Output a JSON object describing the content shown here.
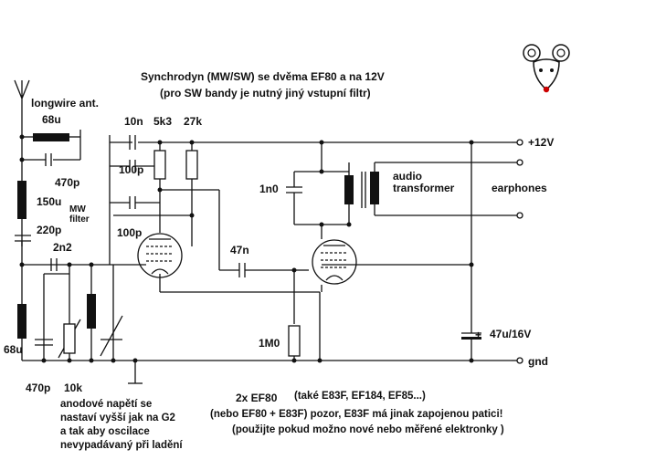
{
  "title": {
    "line1": "Synchrodyn (MW/SW) se dvěma EF80 a na 12V",
    "line2": "(pro SW bandy je nutný jiný vstupní filtr)"
  },
  "components": {
    "antenna": "longwire ant.",
    "l_68u_top": "68u",
    "c_470p_top": "470p",
    "l_150u": "150u",
    "mw_filter": "MW\nfilter",
    "c_220p": "220p",
    "c_2n2": "2n2",
    "c_10n": "10n",
    "r_5k3": "5k3",
    "r_27k": "27k",
    "c_100p_a": "100p",
    "c_100p_b": "100p",
    "c_47n": "47n",
    "c_1n0": "1n0",
    "audio_transformer": "audio\ntransformer",
    "earphones": "earphones",
    "supply": "+12V",
    "ground": "gnd",
    "electrolytic": "47u/16V",
    "electrolytic_plus": "+",
    "l_68u_bottom": "68u",
    "c_470p_bottom": "470p",
    "r_10k": "10k",
    "pot_1m0": "1M0"
  },
  "notes": {
    "anode_note": "anodové napětí se\nnastaví vyšší jak na G2\na tak aby oscilace\nnevypadávaný při ladění",
    "tubes": "2x EF80",
    "tubes_alt": "(také E83F, EF184, EF85...)",
    "tube_warn": "(nebo EF80 + E83F)  pozor, E83F má jinak zapojenou patici!",
    "tube_advice": "(použijte pokud možno nové nebo měřené elektronky )"
  },
  "logo": {
    "icon": "mouse-face-icon",
    "nose_color": "#cc0000"
  },
  "colors": {
    "wire": "#111111",
    "component_fill": "#111111"
  }
}
